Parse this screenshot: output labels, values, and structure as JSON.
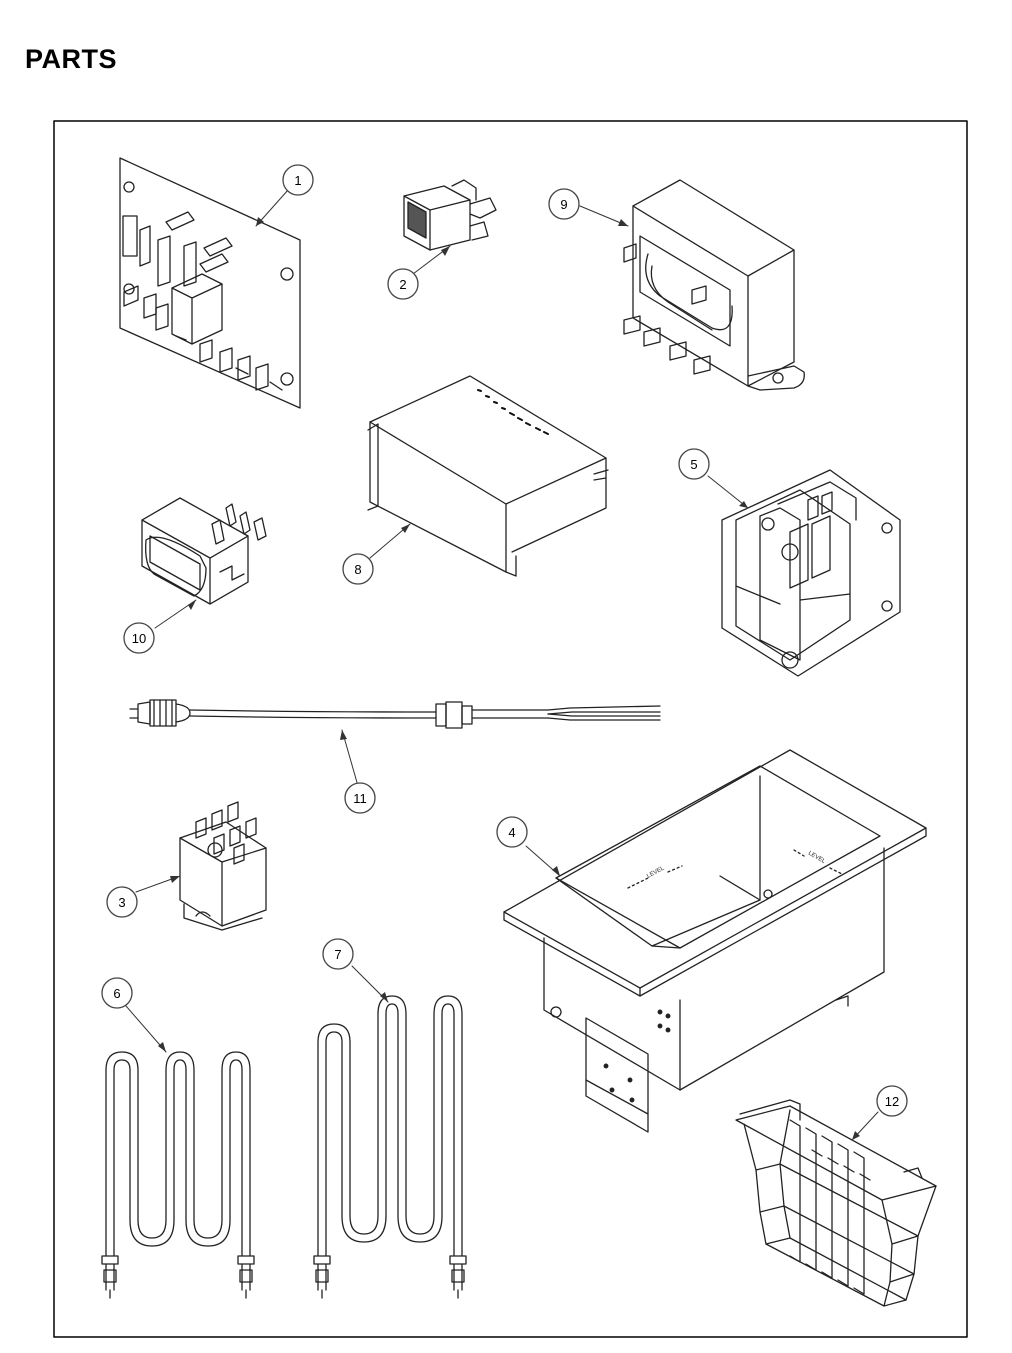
{
  "page": {
    "title": "PARTS"
  },
  "callouts": [
    {
      "id": "callout-1",
      "label": "1"
    },
    {
      "id": "callout-2",
      "label": "2"
    },
    {
      "id": "callout-3",
      "label": "3"
    },
    {
      "id": "callout-4",
      "label": "4"
    },
    {
      "id": "callout-5",
      "label": "5"
    },
    {
      "id": "callout-6",
      "label": "6"
    },
    {
      "id": "callout-7",
      "label": "7"
    },
    {
      "id": "callout-8",
      "label": "8"
    },
    {
      "id": "callout-9",
      "label": "9"
    },
    {
      "id": "callout-10",
      "label": "10"
    },
    {
      "id": "callout-11",
      "label": "11"
    },
    {
      "id": "callout-12",
      "label": "12"
    }
  ],
  "pan_marks": {
    "level_left": "LEVEL",
    "level_right": "LEVEL"
  }
}
